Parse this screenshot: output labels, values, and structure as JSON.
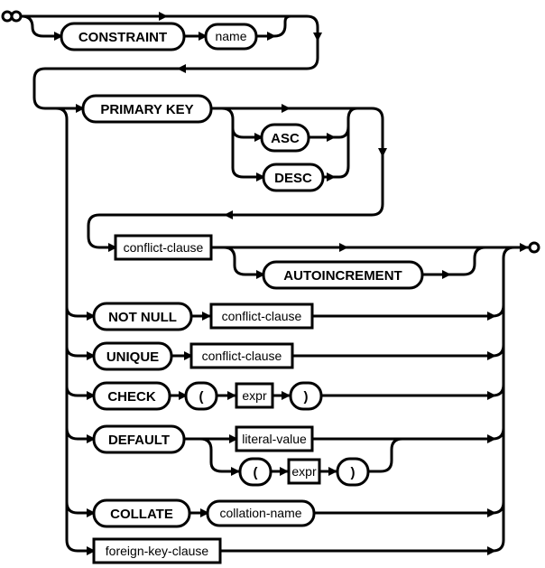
{
  "diagram": {
    "keywords": {
      "constraint": "CONSTRAINT",
      "primary_key": "PRIMARY KEY",
      "asc": "ASC",
      "desc": "DESC",
      "autoincrement": "AUTOINCREMENT",
      "not_null": "NOT NULL",
      "unique": "UNIQUE",
      "check": "CHECK",
      "default": "DEFAULT",
      "collate": "COLLATE",
      "open_paren": "(",
      "close_paren": ")"
    },
    "names": {
      "name": "name",
      "collation_name": "collation-name"
    },
    "references": {
      "conflict_clause": "conflict-clause",
      "expr": "expr",
      "literal_value": "literal-value",
      "foreign_key_clause": "foreign-key-clause"
    }
  }
}
